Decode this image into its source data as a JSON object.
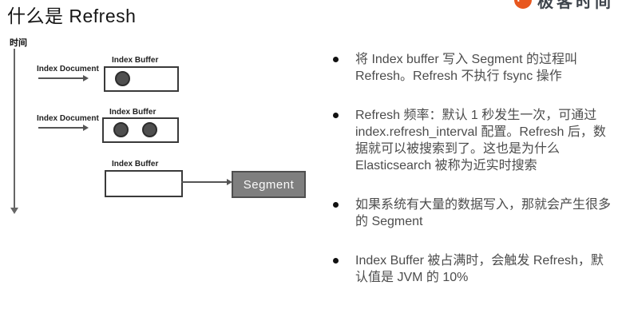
{
  "page": {
    "title": "什么是 Refresh"
  },
  "logo": {
    "text": "极客时间",
    "brand_color": "#E8571E"
  },
  "diagram": {
    "time_label": "时间",
    "rows": [
      {
        "action_label": "Index Document",
        "buffer_label": "Index Buffer",
        "dots": 1
      },
      {
        "action_label": "Index Document",
        "buffer_label": "Index Buffer",
        "dots": 2
      },
      {
        "buffer_label": "Index Buffer",
        "dots": 0,
        "segment_label": "Segment"
      }
    ],
    "segment_fill": "#7F7F7F"
  },
  "bullets": [
    "将 Index buffer 写入 Segment 的过程叫 Refresh。Refresh 不执行 fsync 操作",
    "Refresh 频率：默认 1 秒发生一次，可通过 index.refresh_interval 配置。Refresh 后，数据就可以被搜索到了。这也是为什么 Elasticsearch 被称为近实时搜索",
    "如果系统有大量的数据写入，那就会产生很多的 Segment",
    "Index Buffer 被占满时，会触发 Refresh，默认值是 JVM 的 10%"
  ]
}
